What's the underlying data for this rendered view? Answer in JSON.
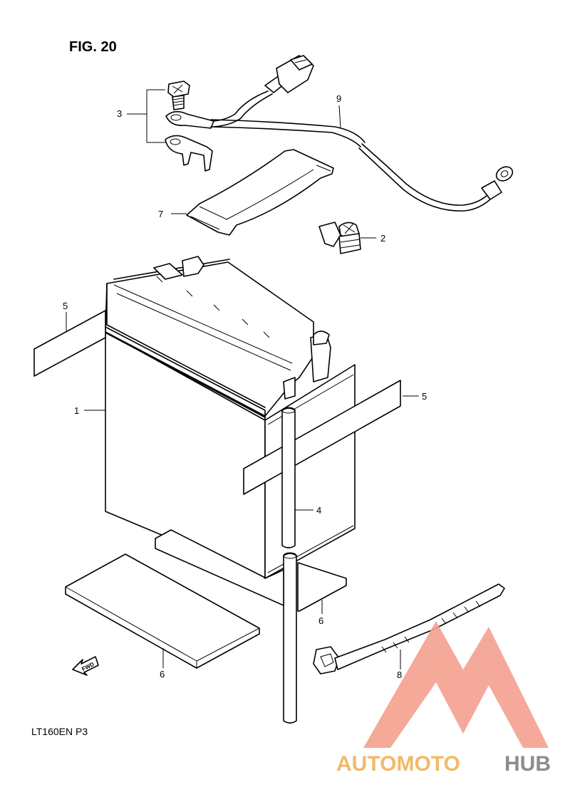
{
  "figure": {
    "title": "FIG. 20",
    "code": "LT160EN P3",
    "fwd_label": "FWD"
  },
  "callouts": {
    "c1": "1",
    "c2": "2",
    "c3": "3",
    "c4": "4",
    "c5a": "5",
    "c5b": "5",
    "c6a": "6",
    "c6b": "6",
    "c7": "7",
    "c8": "8",
    "c9": "9"
  },
  "watermark": {
    "text_part1": "AUTOMOTO",
    "text_part2": "HUB",
    "color_primary": "#f4a08f",
    "color_secondary": "#f2b969",
    "color_gray": "#8c8c8c"
  }
}
